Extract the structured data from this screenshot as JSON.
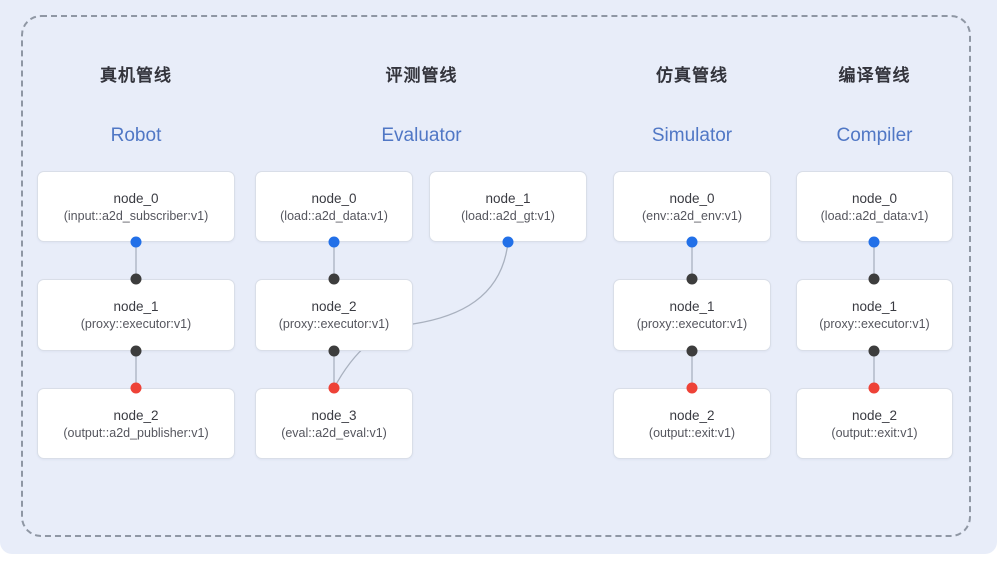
{
  "diagram": {
    "pipelines": [
      {
        "title_zh": "真机管线",
        "title_en": "Robot",
        "nodes": [
          {
            "name": "node_0",
            "type": "(input::a2d_subscriber:v1)"
          },
          {
            "name": "node_1",
            "type": "(proxy::executor:v1)"
          },
          {
            "name": "node_2",
            "type": "(output::a2d_publisher:v1)"
          }
        ]
      },
      {
        "title_zh": "评测管线",
        "title_en": "Evaluator",
        "nodes": [
          {
            "name": "node_0",
            "type": "(load::a2d_data:v1)"
          },
          {
            "name": "node_1",
            "type": "(load::a2d_gt:v1)"
          },
          {
            "name": "node_2",
            "type": "(proxy::executor:v1)"
          },
          {
            "name": "node_3",
            "type": "(eval::a2d_eval:v1)"
          }
        ]
      },
      {
        "title_zh": "仿真管线",
        "title_en": "Simulator",
        "nodes": [
          {
            "name": "node_0",
            "type": "(env::a2d_env:v1)"
          },
          {
            "name": "node_1",
            "type": "(proxy::executor:v1)"
          },
          {
            "name": "node_2",
            "type": "(output::exit:v1)"
          }
        ]
      },
      {
        "title_zh": "编译管线",
        "title_en": "Compiler",
        "nodes": [
          {
            "name": "node_0",
            "type": "(load::a2d_data:v1)"
          },
          {
            "name": "node_1",
            "type": "(proxy::executor:v1)"
          },
          {
            "name": "node_2",
            "type": "(output::exit:v1)"
          }
        ]
      }
    ],
    "colors": {
      "output_port_dot": "#2270e8",
      "input_port_dot": "#3d3d3d",
      "final_input_port_dot": "#ee4237",
      "edge": "#a9b1bf",
      "header_en": "#5077c5",
      "header_zh": "#33343c",
      "background": "#e8edf9",
      "frame_dash": "#8f97a4",
      "node_background": "#ffffff",
      "node_border": "#d9dee8"
    }
  }
}
